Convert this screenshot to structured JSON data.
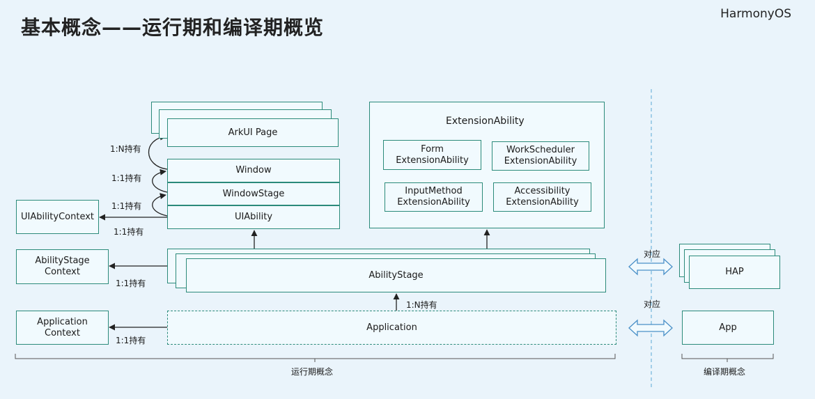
{
  "title": "基本概念——运行期和编译期概览",
  "logo": "HarmonyOS",
  "boxes": {
    "arkui_page": "ArkUI Page",
    "window": "Window",
    "window_stage": "WindowStage",
    "uiability": "UIAbility",
    "uiability_context": "UIAbilityContext",
    "abilitystage_context": "AbilityStage\nContext",
    "application_context": "Application\nContext",
    "ability_stage": "AbilityStage",
    "application": "Application",
    "hap": "HAP",
    "app": "App"
  },
  "extension": {
    "title": "ExtensionAbility",
    "form": "Form\nExtensionAbility",
    "work_scheduler": "WorkScheduler\nExtensionAbility",
    "input_method": "InputMethod\nExtensionAbility",
    "accessibility": "Accessibility\nExtensionAbility"
  },
  "relations": {
    "one_n_hold": "1:N持有",
    "one_one_hold": "1:1持有",
    "correspond": "对应"
  },
  "footer": {
    "runtime": "运行期概念",
    "compile": "编译期概念"
  },
  "colors": {
    "accent": "#2b8a7a",
    "background": "#eaf4fb",
    "box_fill": "#f1fafe",
    "dashed_line": "#5aa7d6"
  }
}
